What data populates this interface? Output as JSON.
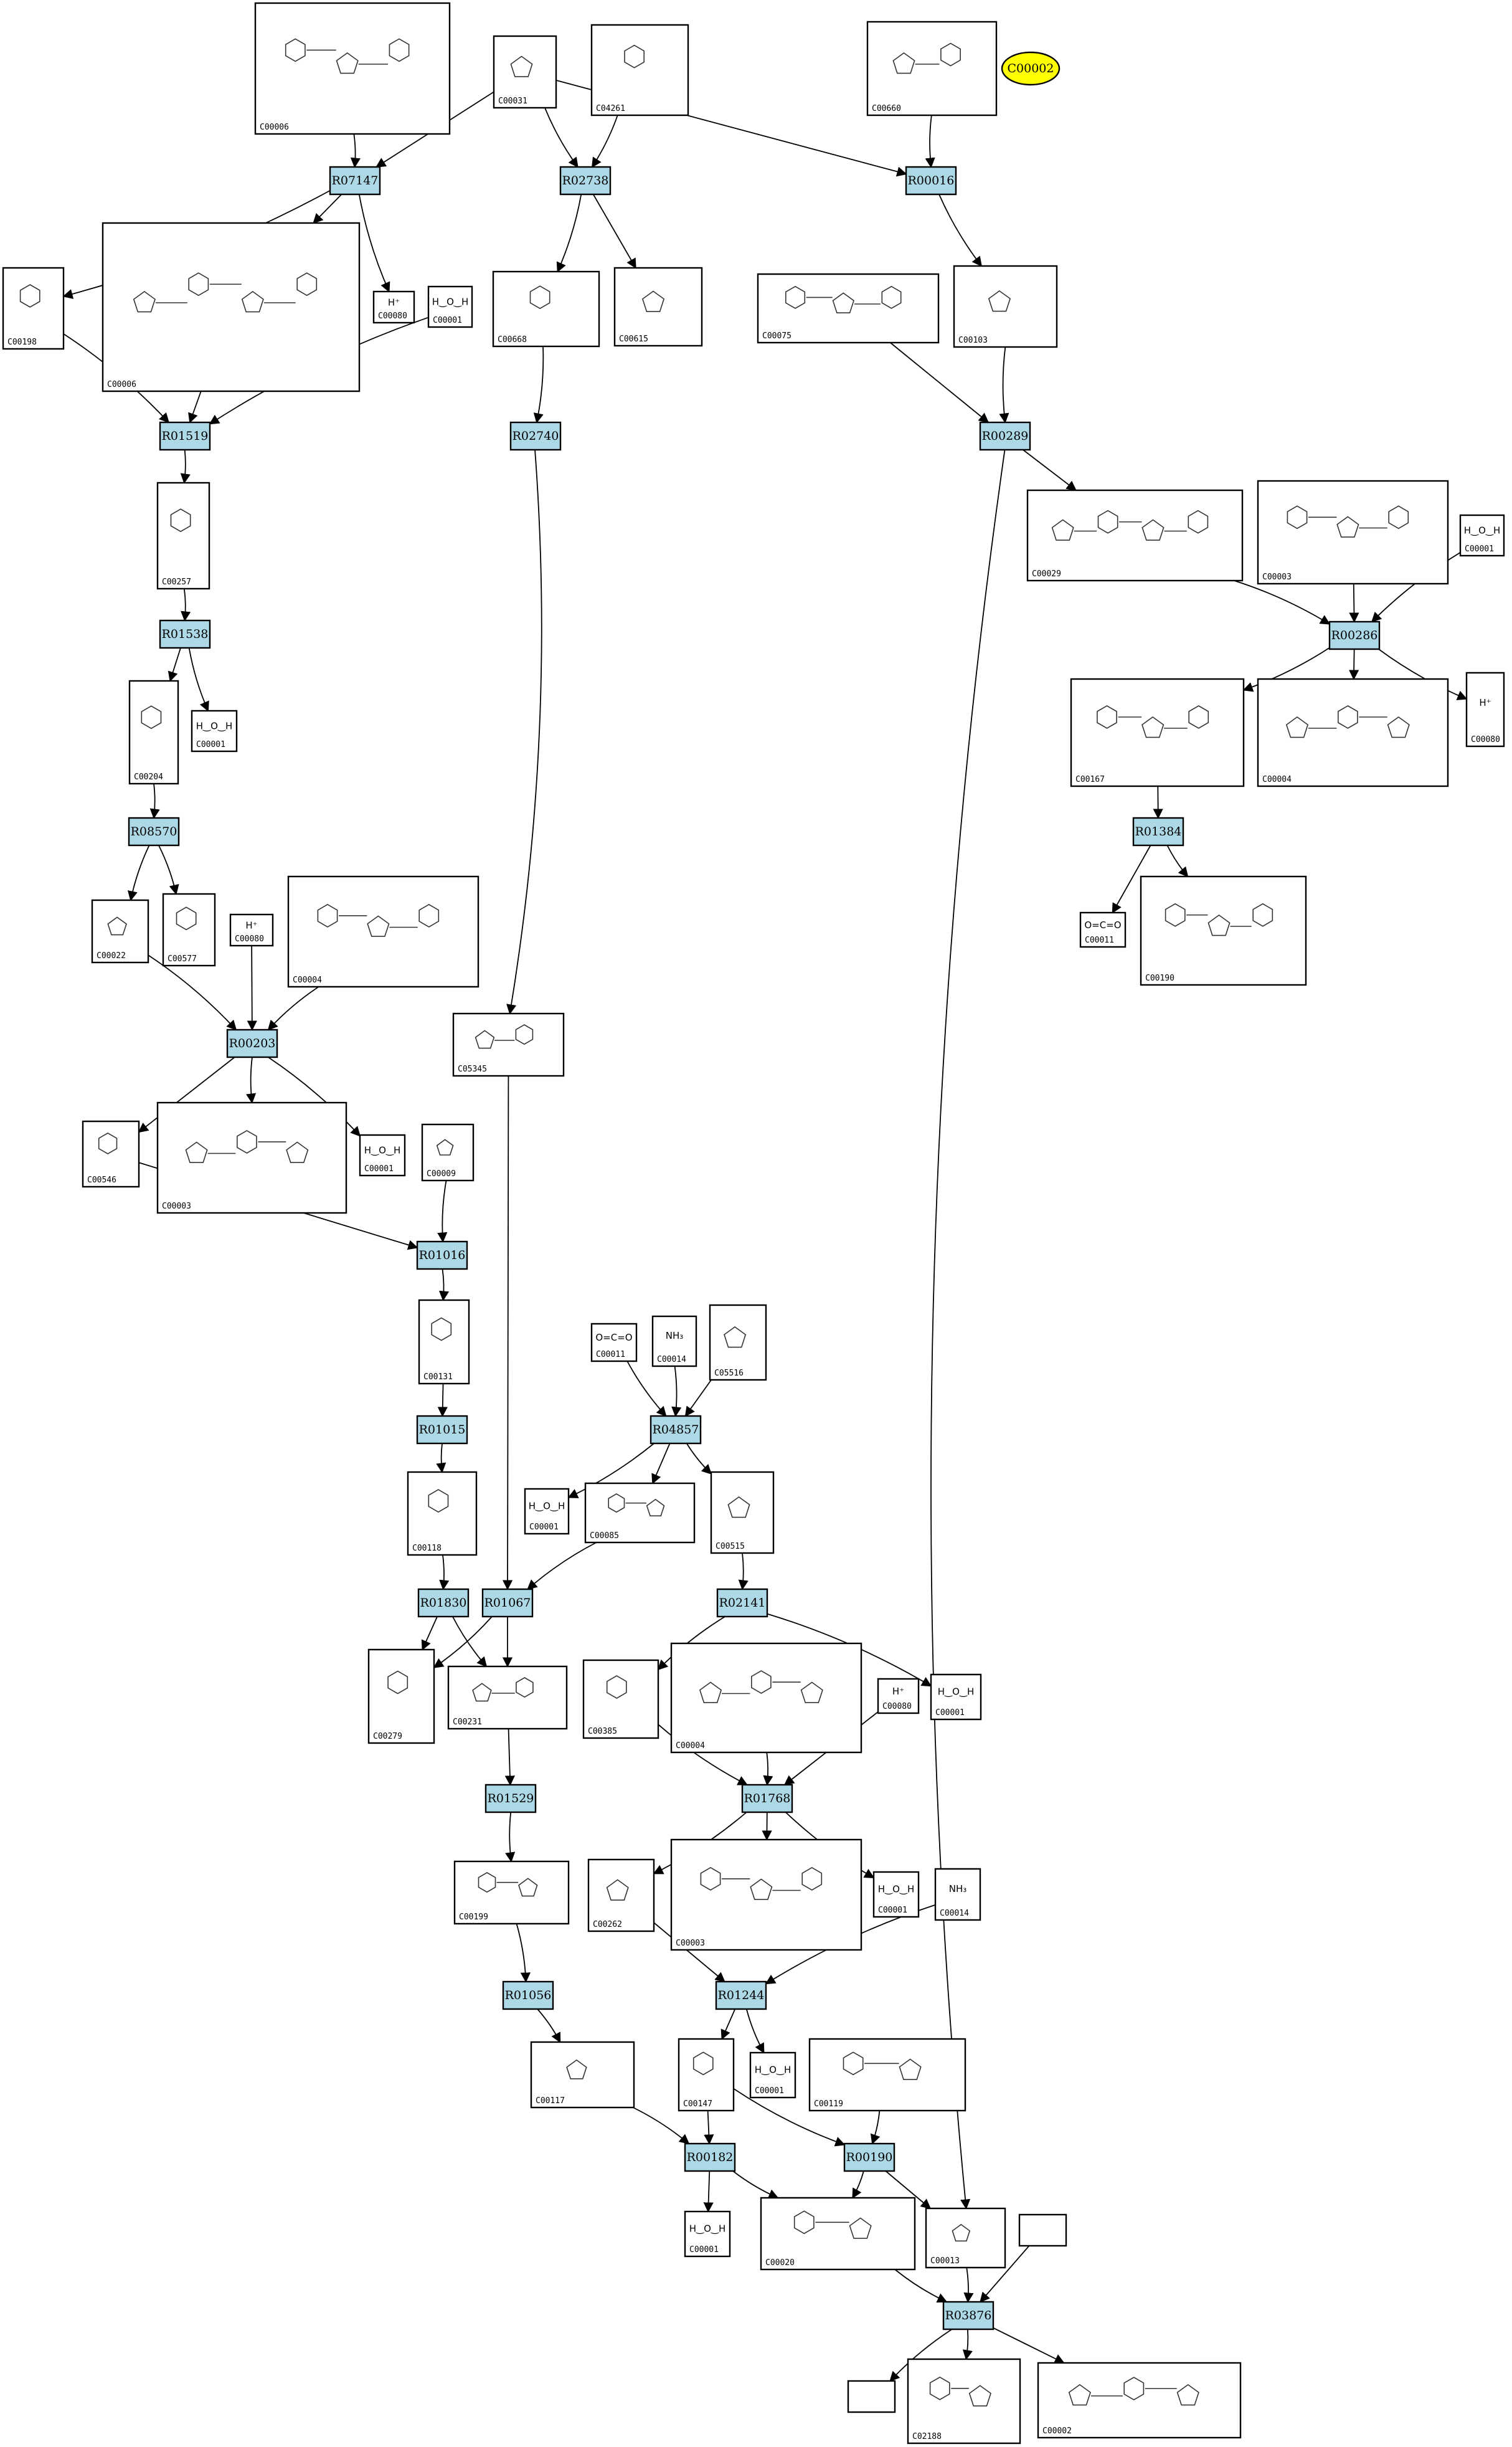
{
  "colors": {
    "reaction_fill": "#add8e6",
    "highlight_fill": "#ffff00",
    "stroke": "#000000"
  },
  "highlight": {
    "id": "C00002"
  },
  "reactions": [
    {
      "id": "R07147"
    },
    {
      "id": "R02738"
    },
    {
      "id": "R00016"
    },
    {
      "id": "R01519"
    },
    {
      "id": "R02740"
    },
    {
      "id": "R00289"
    },
    {
      "id": "R00286"
    },
    {
      "id": "R01538"
    },
    {
      "id": "R08570"
    },
    {
      "id": "R01384"
    },
    {
      "id": "R00203"
    },
    {
      "id": "R01016"
    },
    {
      "id": "R01015"
    },
    {
      "id": "R04857"
    },
    {
      "id": "R01830"
    },
    {
      "id": "R01067"
    },
    {
      "id": "R02141"
    },
    {
      "id": "R01529"
    },
    {
      "id": "R01768"
    },
    {
      "id": "R01056"
    },
    {
      "id": "R01244"
    },
    {
      "id": "R00182"
    },
    {
      "id": "R00190"
    },
    {
      "id": "R03876"
    }
  ],
  "compounds": [
    {
      "key": "c_top_c00006",
      "id": "C00006",
      "text": ""
    },
    {
      "key": "c_c00031",
      "id": "C00031",
      "text": ""
    },
    {
      "key": "c_c04261",
      "id": "C04261",
      "text": ""
    },
    {
      "key": "c_c00660",
      "id": "C00660",
      "text": ""
    },
    {
      "key": "c_c00198",
      "id": "C00198",
      "text": ""
    },
    {
      "key": "c_mid_c00006",
      "id": "C00006",
      "text": ""
    },
    {
      "key": "c_c00080_a",
      "id": "C00080",
      "text": "H⁺"
    },
    {
      "key": "c_c00001_a",
      "id": "C00001",
      "text": "H‿O‿H"
    },
    {
      "key": "c_c00668",
      "id": "C00668",
      "text": ""
    },
    {
      "key": "c_c00615",
      "id": "C00615",
      "text": ""
    },
    {
      "key": "c_c00075",
      "id": "C00075",
      "text": ""
    },
    {
      "key": "c_c00103",
      "id": "C00103",
      "text": ""
    },
    {
      "key": "c_c00257",
      "id": "C00257",
      "text": ""
    },
    {
      "key": "c_c00029",
      "id": "C00029",
      "text": ""
    },
    {
      "key": "c_c00003_a",
      "id": "C00003",
      "text": ""
    },
    {
      "key": "c_c00001_b",
      "id": "C00001",
      "text": "H‿O‿H"
    },
    {
      "key": "c_c00204",
      "id": "C00204",
      "text": ""
    },
    {
      "key": "c_c00001_c",
      "id": "C00001",
      "text": "H‿O‿H"
    },
    {
      "key": "c_c00167",
      "id": "C00167",
      "text": ""
    },
    {
      "key": "c_c00004_a",
      "id": "C00004",
      "text": ""
    },
    {
      "key": "c_c00080_b",
      "id": "C00080",
      "text": "H⁺"
    },
    {
      "key": "c_c00022",
      "id": "C00022",
      "text": ""
    },
    {
      "key": "c_c00577",
      "id": "C00577",
      "text": ""
    },
    {
      "key": "c_c00080_c",
      "id": "C00080",
      "text": "H⁺"
    },
    {
      "key": "c_c00004_b",
      "id": "C00004",
      "text": ""
    },
    {
      "key": "c_c00011_a",
      "id": "C00011",
      "text": "O=C=O"
    },
    {
      "key": "c_c00190",
      "id": "C00190",
      "text": ""
    },
    {
      "key": "c_c05345",
      "id": "C05345",
      "text": ""
    },
    {
      "key": "c_c00546",
      "id": "C00546",
      "text": ""
    },
    {
      "key": "c_c00003_b",
      "id": "C00003",
      "text": ""
    },
    {
      "key": "c_c00001_d",
      "id": "C00001",
      "text": "H‿O‿H"
    },
    {
      "key": "c_c00009",
      "id": "C00009",
      "text": ""
    },
    {
      "key": "c_c00131",
      "id": "C00131",
      "text": ""
    },
    {
      "key": "c_c00011_b",
      "id": "C00011",
      "text": "O=C=O"
    },
    {
      "key": "c_c00014_a",
      "id": "C00014",
      "text": "NH₃"
    },
    {
      "key": "c_c05516",
      "id": "C05516",
      "text": ""
    },
    {
      "key": "c_c00118",
      "id": "C00118",
      "text": ""
    },
    {
      "key": "c_c00001_e",
      "id": "C00001",
      "text": "H‿O‿H"
    },
    {
      "key": "c_c00085",
      "id": "C00085",
      "text": ""
    },
    {
      "key": "c_c00515",
      "id": "C00515",
      "text": ""
    },
    {
      "key": "c_c00279",
      "id": "C00279",
      "text": ""
    },
    {
      "key": "c_c00231",
      "id": "C00231",
      "text": ""
    },
    {
      "key": "c_c00385",
      "id": "C00385",
      "text": ""
    },
    {
      "key": "c_c00004_c",
      "id": "C00004",
      "text": ""
    },
    {
      "key": "c_c00080_d",
      "id": "C00080",
      "text": "H⁺"
    },
    {
      "key": "c_c00001_f",
      "id": "C00001",
      "text": "H‿O‿H"
    },
    {
      "key": "c_c00199",
      "id": "C00199",
      "text": ""
    },
    {
      "key": "c_c00262",
      "id": "C00262",
      "text": ""
    },
    {
      "key": "c_c00003_c",
      "id": "C00003",
      "text": ""
    },
    {
      "key": "c_c00001_g",
      "id": "C00001",
      "text": "H‿O‿H"
    },
    {
      "key": "c_c00014_b",
      "id": "C00014",
      "text": "NH₃"
    },
    {
      "key": "c_c00117",
      "id": "C00117",
      "text": ""
    },
    {
      "key": "c_c00147",
      "id": "C00147",
      "text": ""
    },
    {
      "key": "c_c00001_h",
      "id": "C00001",
      "text": "H‿O‿H"
    },
    {
      "key": "c_c00119",
      "id": "C00119",
      "text": ""
    },
    {
      "key": "c_c00001_i",
      "id": "C00001",
      "text": "H‿O‿H"
    },
    {
      "key": "c_c00020",
      "id": "C00020",
      "text": ""
    },
    {
      "key": "c_c00013",
      "id": "C00013",
      "text": ""
    },
    {
      "key": "c_empty_a",
      "id": "",
      "text": ""
    },
    {
      "key": "c_empty_b",
      "id": "",
      "text": ""
    },
    {
      "key": "c_c02188",
      "id": "C02188",
      "text": ""
    },
    {
      "key": "c_c00002",
      "id": "C00002",
      "text": ""
    }
  ]
}
